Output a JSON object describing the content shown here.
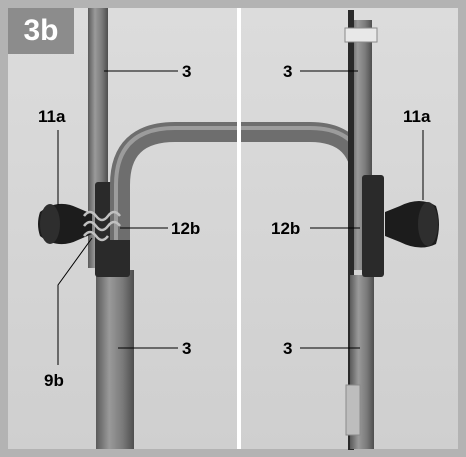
{
  "figure": {
    "badge": "3b"
  },
  "callouts": {
    "c3_top_left": "3",
    "c3_top_right": "3",
    "c11a_left": "11a",
    "c11a_right": "11a",
    "c12b_left": "12b",
    "c12b_right": "12b",
    "c3_bottom_left": "3",
    "c3_bottom_right": "3",
    "c9b": "9b"
  },
  "colors": {
    "tube": "#7d7d7d",
    "knob": "#1c1c1c",
    "frame": "#b3b3b3",
    "background": "#d4d4d4"
  }
}
